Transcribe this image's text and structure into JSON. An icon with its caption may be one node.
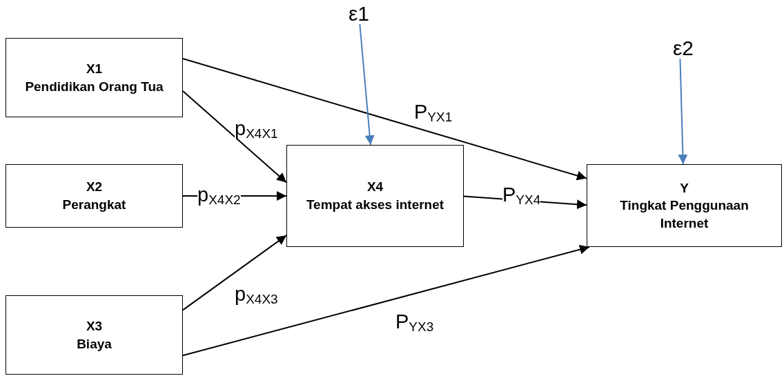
{
  "diagram": {
    "nodes": [
      {
        "text": [
          "X1",
          "Pendidikan Orang Tua"
        ]
      },
      {
        "text": [
          "X2",
          "Perangkat"
        ]
      },
      {
        "text": [
          "X3",
          "Biaya"
        ]
      },
      {
        "text": [
          "X4",
          "Tempat akses internet"
        ]
      },
      {
        "text": [
          "Y",
          "Tingkat Penggunaan Internet"
        ]
      },
      {
        "text": [
          "ε1"
        ]
      },
      {
        "text": [
          "ε2"
        ]
      }
    ],
    "edges": [
      {
        "from": 0,
        "to": 4,
        "arrow": "to",
        "label": "P$_{YX1}$"
      },
      {
        "from": 0,
        "to": 3,
        "arrow": "to",
        "label": "p$_{X4X1}$"
      },
      {
        "from": 1,
        "to": 3,
        "arrow": "to",
        "label": "p$_{X4X2}$"
      },
      {
        "from": 2,
        "to": 3,
        "arrow": "to",
        "label": "p$_{X4X3}$"
      },
      {
        "from": 3,
        "to": 4,
        "arrow": "to",
        "label": "P$_{YX4}$"
      },
      {
        "from": 2,
        "to": 4,
        "arrow": "to",
        "label": "P$_{YX3}$"
      },
      {
        "from": 5,
        "to": 3,
        "arrow": "to",
        "color": "#4a7ebb"
      },
      {
        "from": 6,
        "to": 4,
        "arrow": "to",
        "color": "#4a7ebb"
      }
    ]
  }
}
